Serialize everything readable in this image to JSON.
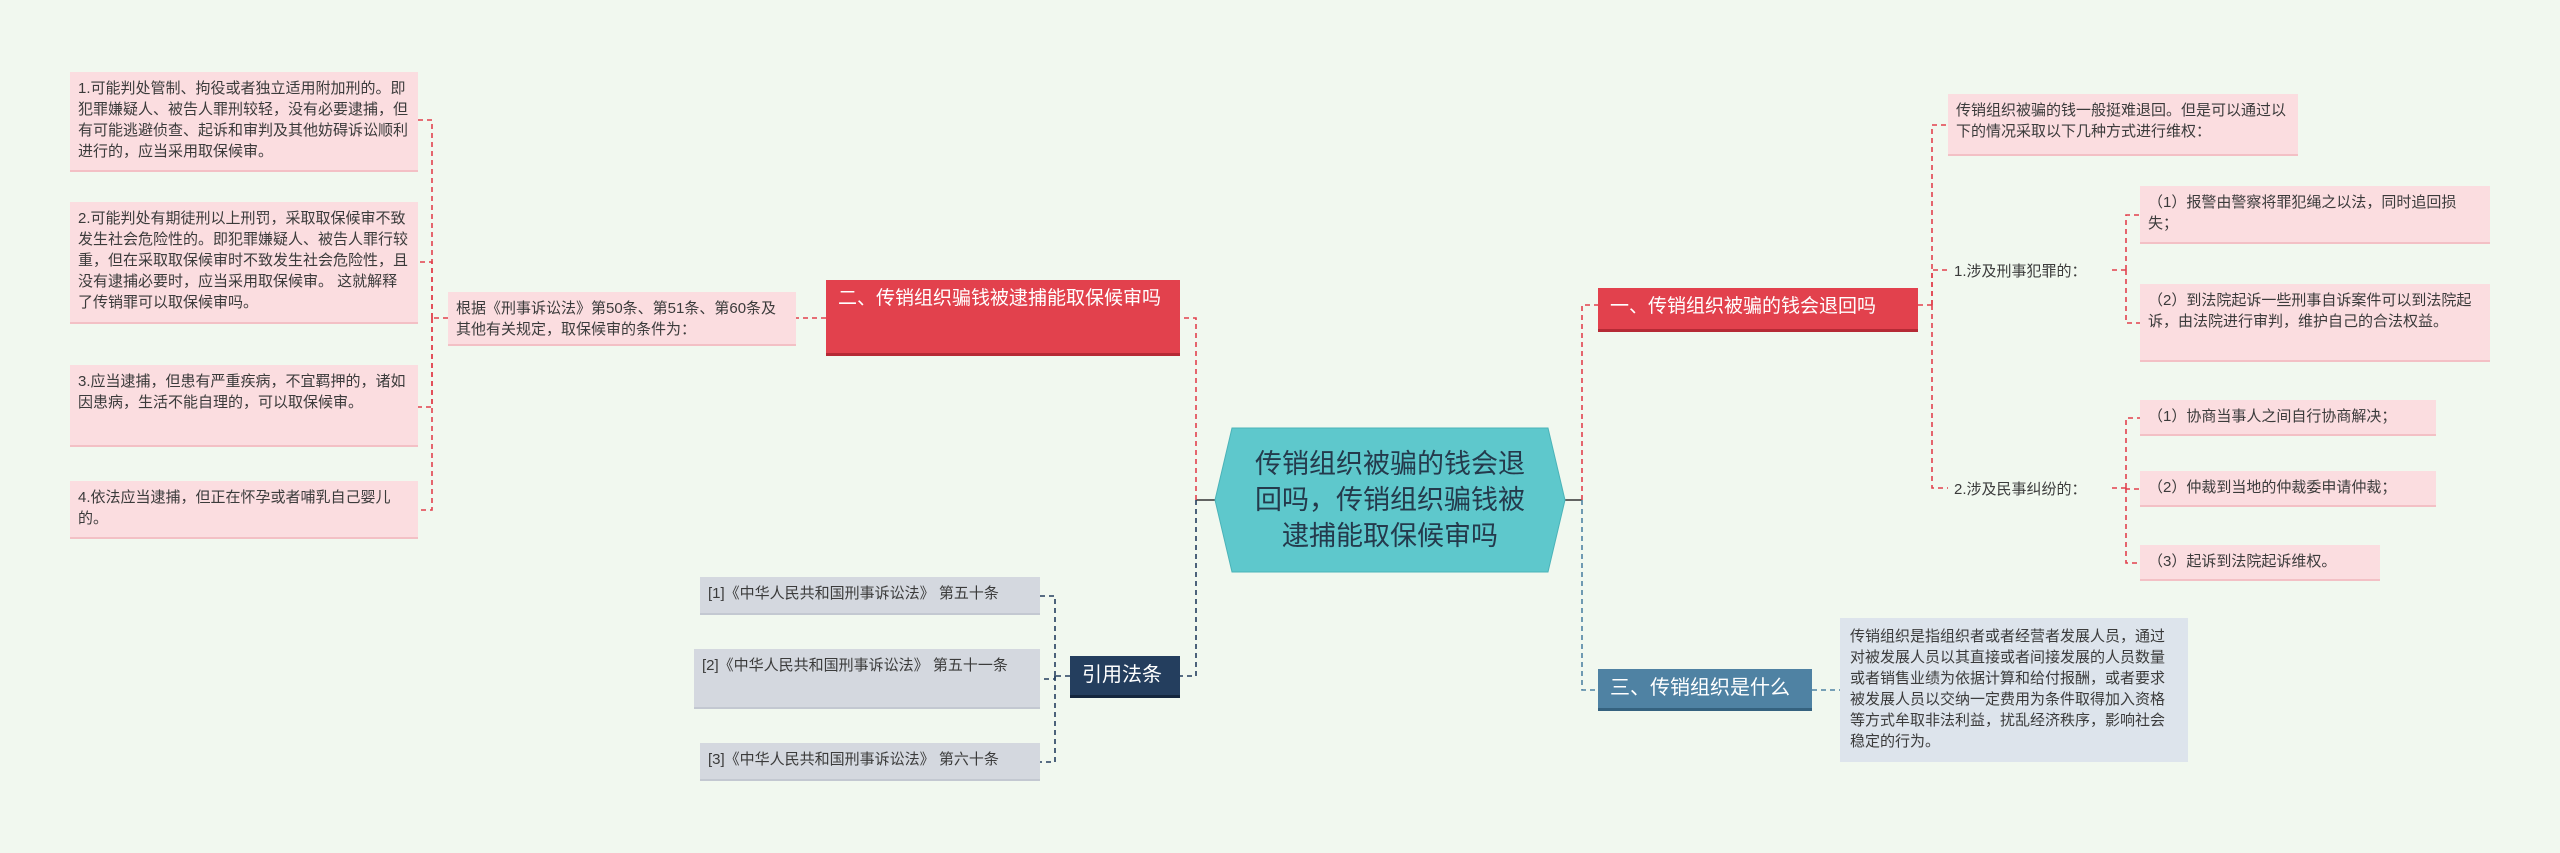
{
  "root": {
    "title": "传销组织被骗的钱会退回吗，传销组织骗钱被逮捕能取保候审吗",
    "color": "#5ec8cc"
  },
  "right": {
    "branch1": {
      "label": "一、传销组织被骗的钱会退回吗",
      "intro": "传销组织被骗的钱一般挺难退回。但是可以通过以下的情况采取以下几种方式进行维权：",
      "criminal": {
        "label": "1.涉及刑事犯罪的：",
        "items": [
          "（1）报警由警察将罪犯绳之以法，同时追回损失；",
          "（2）到法院起诉一些刑事自诉案件可以到法院起诉，由法院进行审判，维护自己的合法权益。"
        ]
      },
      "civil": {
        "label": "2.涉及民事纠纷的：",
        "items": [
          "（1）协商当事人之间自行协商解决；",
          "（2）仲裁到当地的仲裁委申请仲裁；",
          "（3）起诉到法院起诉维权。"
        ]
      }
    },
    "branch3": {
      "label": "三、传销组织是什么",
      "detail": "传销组织是指组织者或者经营者发展人员，通过对被发展人员以其直接或者间接发展的人员数量或者销售业绩为依据计算和给付报酬，或者要求被发展人员以交纳一定费用为条件取得加入资格等方式牟取非法利益，扰乱经济秩序，影响社会稳定的行为。"
    }
  },
  "left": {
    "branch2": {
      "label": "二、传销组织骗钱被逮捕能取保候审吗",
      "basis": "根据《刑事诉讼法》第50条、第51条、第60条及其他有关规定，取保候审的条件为：",
      "items": [
        "1.可能判处管制、拘役或者独立适用附加刑的。即犯罪嫌疑人、被告人罪刑较轻，没有必要逮捕，但有可能逃避侦查、起诉和审判及其他妨碍诉讼顺利进行的，应当采用取保候审。",
        "2.可能判处有期徒刑以上刑罚，采取取保候审不致发生社会危险性的。即犯罪嫌疑人、被告人罪行较重，但在采取取保候审时不致发生社会危险性，且没有逮捕必要时，应当采用取保候审。 这就解释了传销罪可以取保候审吗。",
        "3.应当逮捕，但患有严重疾病，不宜羁押的，诸如因患病，生活不能自理的，可以取保候审。",
        "4.依法应当逮捕，但正在怀孕或者哺乳自己婴儿的。"
      ]
    },
    "laws": {
      "label": "引用法条",
      "items": [
        "[1]《中华人民共和国刑事诉讼法》 第五十条",
        "[2]《中华人民共和国刑事诉讼法》 第五十一条",
        "[3]《中华人民共和国刑事诉讼法》 第六十条"
      ]
    }
  },
  "colors": {
    "background": "#f1f8ef",
    "red": "#e2414d",
    "navy": "#243e5e",
    "steel": "#4f82a3",
    "pink": "#fbdde0",
    "grey": "#d4d8df"
  }
}
